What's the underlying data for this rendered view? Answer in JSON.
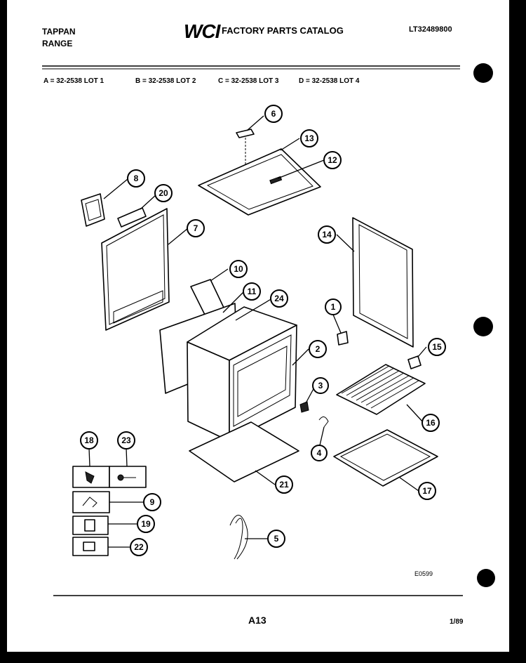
{
  "header": {
    "brand": "TAPPAN",
    "product": "RANGE",
    "logo": "WCI",
    "catalog_title": "FACTORY PARTS CATALOG",
    "catalog_number": "LT32489800"
  },
  "lots": [
    "A = 32-2538 LOT 1",
    "B = 32-2538 LOT 2",
    "C = 32-2538 LOT 3",
    "D = 32-2538 LOT 4"
  ],
  "callouts": {
    "1": "1",
    "2": "2",
    "3": "3",
    "4": "4",
    "5": "5",
    "6": "6",
    "7": "7",
    "8": "8",
    "9": "9",
    "10": "10",
    "11": "11",
    "12": "12",
    "13": "13",
    "14": "14",
    "15": "15",
    "16": "16",
    "17": "17",
    "18": "18",
    "19": "19",
    "20": "20",
    "21": "21",
    "22": "22",
    "23": "23",
    "24": "24"
  },
  "footer": {
    "drawing_code": "E0599",
    "page": "A13",
    "date": "1/89"
  }
}
